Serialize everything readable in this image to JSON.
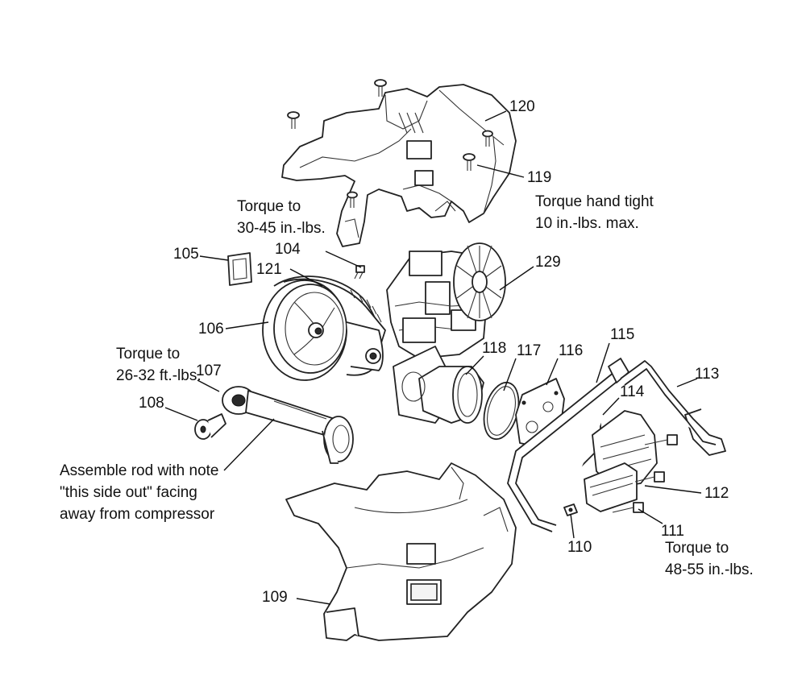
{
  "callouts": {
    "c104": "104",
    "c105": "105",
    "c106": "106",
    "c107": "107",
    "c108": "108",
    "c109": "109",
    "c110": "110",
    "c111": "111",
    "c112": "112",
    "c113": "113",
    "c114": "114",
    "c115": "115",
    "c116": "116",
    "c117": "117",
    "c118": "118",
    "c119": "119",
    "c120": "120",
    "c121": "121",
    "c129": "129"
  },
  "notes": {
    "torque_30_45": [
      "Torque to",
      "30-45 in.-lbs."
    ],
    "torque_hand": [
      "Torque hand tight",
      "10 in.-lbs. max."
    ],
    "torque_26_32": [
      "Torque to",
      "26-32 ft.-lbs."
    ],
    "assemble_rod": [
      "Assemble rod with note",
      "\"this side out\" facing",
      "away from compressor"
    ],
    "torque_48_55": [
      "Torque to",
      "48-55 in.-lbs."
    ]
  }
}
